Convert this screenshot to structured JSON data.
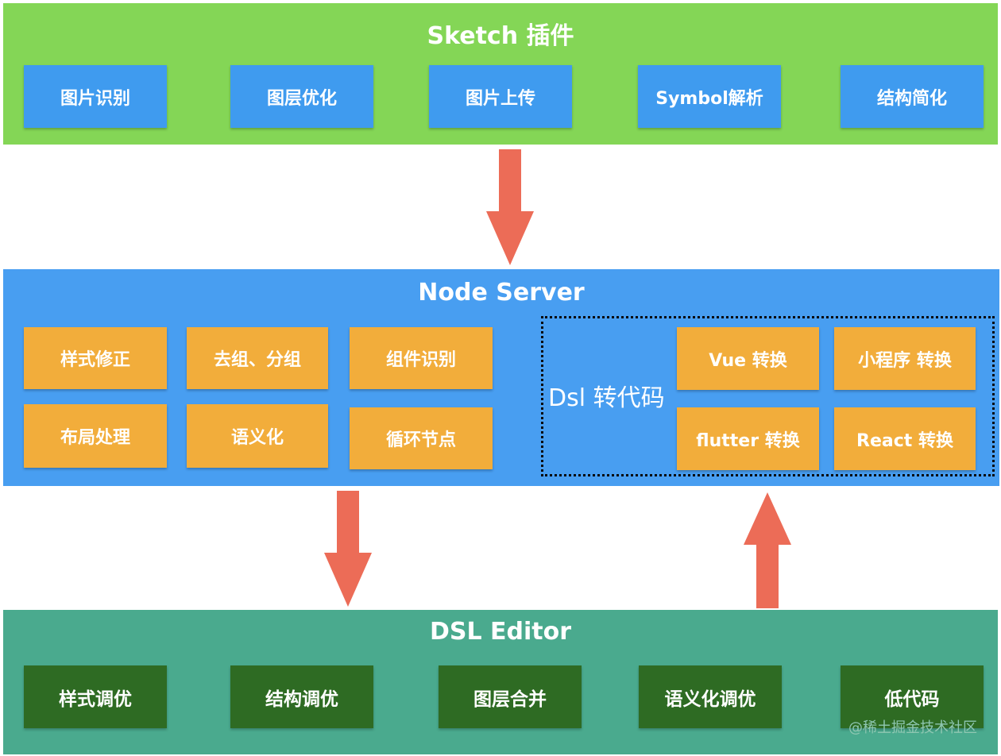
{
  "colors": {
    "sketch_bg": "#84d656",
    "server_bg": "#489ef1",
    "editor_bg": "#4aaa8e",
    "blue_box": "#3f9bef",
    "orange_box": "#f2ad3b",
    "dark_green_box": "#2e6b23",
    "arrow": "#ec6c57"
  },
  "sketch": {
    "title": "Sketch 插件",
    "items": [
      "图片识别",
      "图层优化",
      "图片上传",
      "Symbol解析",
      "结构简化"
    ]
  },
  "server": {
    "title": "Node Server",
    "items": [
      "样式修正",
      "去组、分组",
      "组件识别",
      "布局处理",
      "语义化",
      "循环节点"
    ],
    "dsl": {
      "label": "Dsl 转代码",
      "items": [
        "Vue 转换",
        "小程序 转换",
        "flutter 转换",
        "React 转换"
      ]
    }
  },
  "editor": {
    "title": "DSL Editor",
    "items": [
      "样式调优",
      "结构调优",
      "图层合并",
      "语义化调优",
      "低代码"
    ]
  },
  "watermark": "@稀土掘金技术社区"
}
